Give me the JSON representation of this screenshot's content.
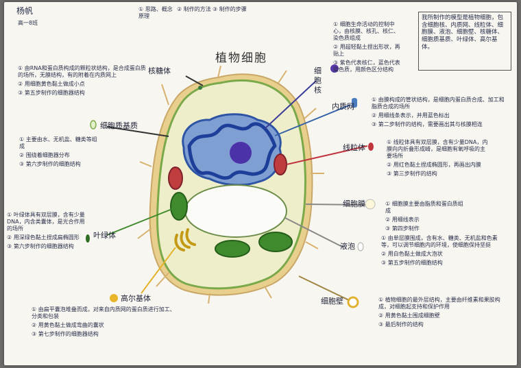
{
  "header": {
    "name": "杨帆",
    "class": "高一8班",
    "tabs": [
      "① 思路、概念原理",
      "② 制作的方法",
      "③ 制作的步骤"
    ]
  },
  "title": "植物细胞",
  "intro": "我所制作的模型是植物细胞，包含细胞核、内质网、线粒体、细胞膜、液泡、细胞壁、核糖体、细胞质基质、叶绿体、高尔基体。",
  "labels": {
    "nucleus": "细胞核",
    "er": "内质网",
    "mito": "线粒体",
    "membrane": "细胞膜",
    "vacuole": "液泡",
    "wall": "细胞壁",
    "ribosome": "核糖体",
    "cytoplasm": "细胞质基质",
    "chloroplast": "叶绿体",
    "golgi": "高尔基体"
  },
  "notes": {
    "nucleus": [
      "① 细胞生命活动的控制中心，由核膜、核孔、核仁、染色质组成",
      "② 用超轻黏土捏出形状，再贴上",
      "③ 紫色代表核仁，蓝色代表染色质，用颜色区分结构"
    ],
    "er": [
      "① 由膜构成的管状结构，是细胞内蛋白质合成、加工和脂质合成的场所",
      "② 用细线条表示，并用蓝色标出",
      "③ 第二步制作的结构，需要画出其与核膜相连"
    ],
    "mito": [
      "① 线粒体具有双层膜，含有少量DNA，内膜向内折叠形成嵴，是细胞有氧呼吸的主要场所",
      "② 用红色黏土捏成椭圆形，再画出内膜",
      "③ 第三步制作的结构"
    ],
    "membrane": [
      "① 细胞膜主要由脂质和蛋白质组成",
      "② 用细线表示",
      "③ 第四步制作"
    ],
    "vacuole": [
      "① 由单层膜围成，含有水、糖类、无机盐和色素等，可以调节细胞内的环境，使细胞保持坚挺",
      "② 用白色黏土做成大泡状",
      "③ 第五步制作的细胞结构"
    ],
    "wall": [
      "① 植物细胞的最外层结构，主要由纤维素和果胶构成，对细胞起支持和保护作用",
      "② 用黄色黏土围成细胞壁",
      "③ 最后制作的结构"
    ],
    "ribosome": [
      "① 由RNA和蛋白质构成的颗粒状结构，是合成蛋白质的场所，无膜结构，有的附着在内质网上",
      "② 用细胞黄色黏土做成小点",
      "③ 第五步制作的细胞器结构"
    ],
    "cytoplasm": [
      "① 主要由水、无机盐、糖类等组成",
      "② 围绕着细胞器分布",
      "③ 第六步制作的细胞结构"
    ],
    "chloroplast": [
      "① 叶绿体具有双层膜，含有少量DNA，内含类囊体，是光合作用的场所",
      "② 用深绿色黏土捏成扁椭圆形",
      "③ 第六步制作的细胞器结构"
    ],
    "golgi": [
      "① 由扁平囊泡堆叠而成，对来自内质网的蛋白质进行加工、分类和包装",
      "② 用黄色黏土做成弯曲的囊状",
      "③ 第七步制作的细胞器结构"
    ]
  }
}
